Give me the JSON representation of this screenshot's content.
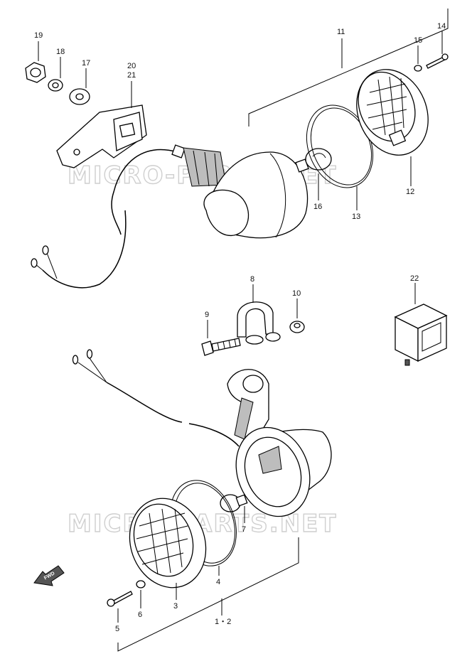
{
  "watermarks": [
    "MICRO-PARTS.NET",
    "MICRO-PARTS.NET"
  ],
  "fwd_label": "FWD",
  "callouts": {
    "c19": "19",
    "c18": "18",
    "c17": "17",
    "c20": "20",
    "c21": "21",
    "c11": "11",
    "c14": "14",
    "c15": "15",
    "c12": "12",
    "c16": "16",
    "c13": "13",
    "c8": "8",
    "c9": "9",
    "c10": "10",
    "c22": "22",
    "c7": "7",
    "c4": "4",
    "c3": "3",
    "c6": "6",
    "c5": "5",
    "c12b": "1・2"
  },
  "colors": {
    "line": "#000000",
    "watermark": "#cfcfcf",
    "shade": "#bdbdbd"
  }
}
